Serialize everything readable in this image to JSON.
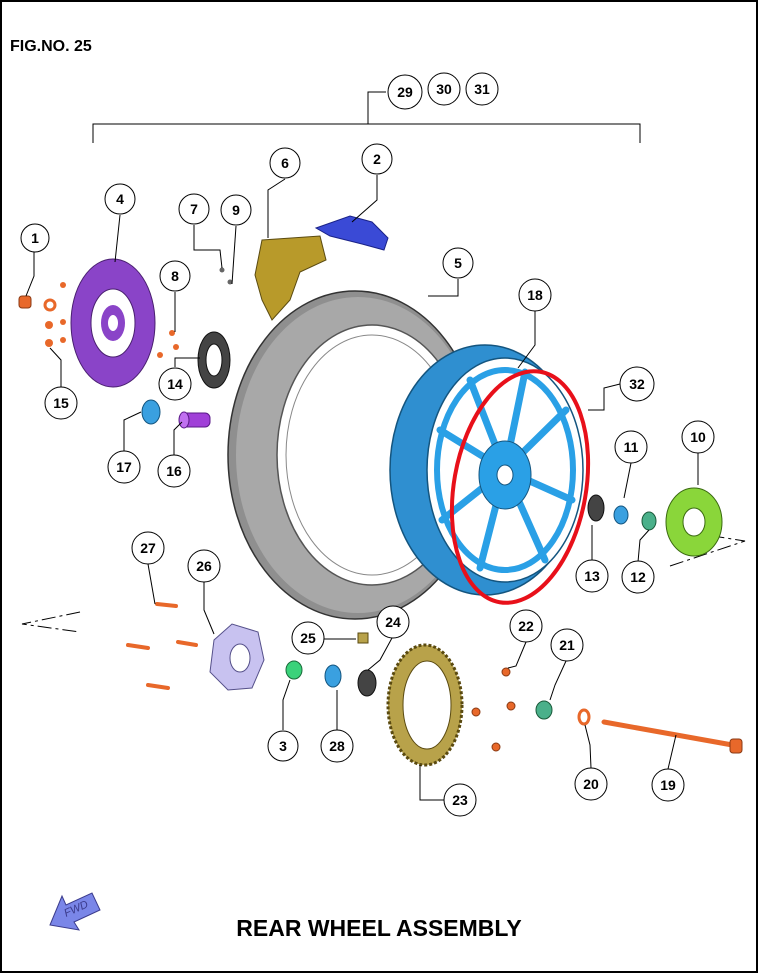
{
  "figure_number": "FIG.NO. 25",
  "title": "REAR WHEEL ASSEMBLY",
  "direction_label": "FWD",
  "callouts": [
    {
      "label": "1"
    },
    {
      "label": "2"
    },
    {
      "label": "3"
    },
    {
      "label": "4"
    },
    {
      "label": "5"
    },
    {
      "label": "6"
    },
    {
      "label": "7"
    },
    {
      "label": "8"
    },
    {
      "label": "9"
    },
    {
      "label": "10"
    },
    {
      "label": "11"
    },
    {
      "label": "12"
    },
    {
      "label": "13"
    },
    {
      "label": "14"
    },
    {
      "label": "15"
    },
    {
      "label": "16"
    },
    {
      "label": "17"
    },
    {
      "label": "18"
    },
    {
      "label": "19"
    },
    {
      "label": "20"
    },
    {
      "label": "21"
    },
    {
      "label": "22"
    },
    {
      "label": "23"
    },
    {
      "label": "24"
    },
    {
      "label": "25"
    },
    {
      "label": "26"
    },
    {
      "label": "27"
    },
    {
      "label": "28"
    },
    {
      "label": "29"
    },
    {
      "label": "30"
    },
    {
      "label": "31"
    },
    {
      "label": "32"
    }
  ],
  "colors": {
    "rim": "#2aa0e6",
    "tire": "#9a9a9a",
    "disc": "#8a44c8",
    "caliper": "#b89a2a",
    "guard": "#3a4ad6",
    "damper": "#8ad63a",
    "axle": "#e8682a",
    "sprocket": "#b8a24a",
    "hub": "#c8c2f0",
    "highlight": "#e8101a",
    "arrow": "#7a86e8"
  }
}
